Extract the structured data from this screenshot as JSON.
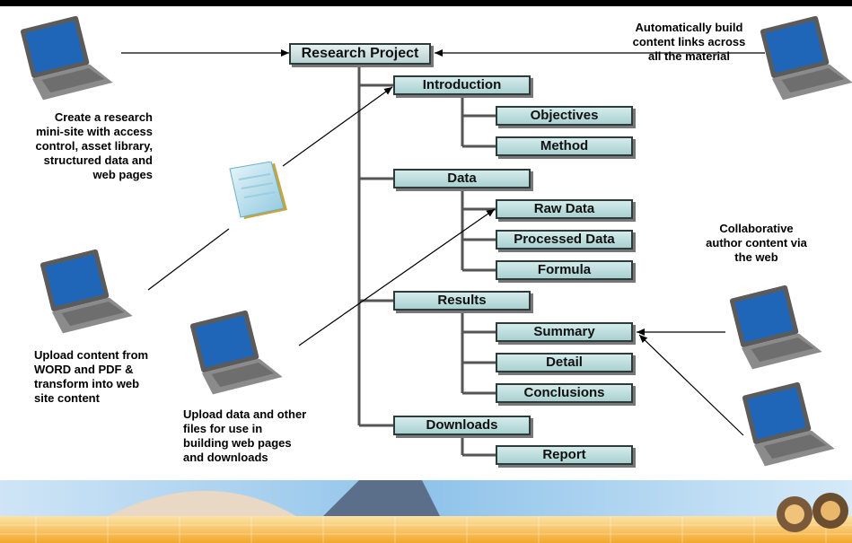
{
  "diagram": {
    "root": "Research Project",
    "branches": [
      {
        "label": "Introduction",
        "children": [
          "Objectives",
          "Method"
        ]
      },
      {
        "label": "Data",
        "children": [
          "Raw Data",
          "Processed Data",
          "Formula"
        ]
      },
      {
        "label": "Results",
        "children": [
          "Summary",
          "Detail",
          "Conclusions"
        ]
      },
      {
        "label": "Downloads",
        "children": [
          "Report"
        ]
      }
    ]
  },
  "annotations": {
    "create_site": "Create a research mini-site with access control, asset library, structured data and web pages",
    "auto_links": "Automatically build content links across all the material",
    "collaborative": "Collaborative author content via the web",
    "upload_word": "Upload content from WORD and PDF & transform into web site content",
    "upload_data": "Upload data and other files for use in building web pages and downloads"
  },
  "icons": {
    "computer": "laptop-icon",
    "document": "document-icon",
    "decoration": "binoculars-icon"
  },
  "colors": {
    "node_fill": "#b9dcdc",
    "node_border": "#2f3a3a",
    "connector": "#555555",
    "band": "#f5b63a"
  }
}
